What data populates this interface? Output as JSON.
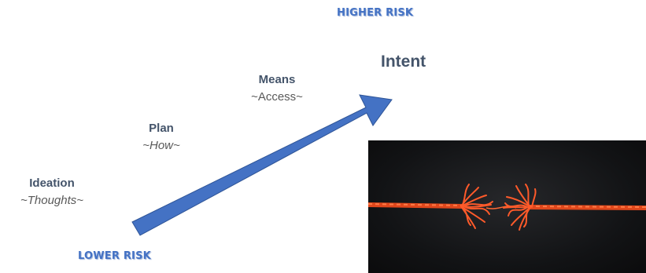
{
  "risk_scale": {
    "higher_label": "HIGHER RISK",
    "lower_label": "LOWER RISK"
  },
  "stages": [
    {
      "title": "Ideation",
      "subtitle": "~Thoughts~"
    },
    {
      "title": "Plan",
      "subtitle": "~How~"
    },
    {
      "title": "Means",
      "subtitle": "~Access~"
    },
    {
      "title": "Intent"
    }
  ],
  "colors": {
    "arrow_fill": "#4472c4",
    "arrow_stroke": "#2f5597",
    "risk_text": "#4472c4",
    "stage_title": "#44546a",
    "stage_subtitle": "#595959",
    "rope": "#ff5a2a",
    "photo_background": "#111214"
  },
  "image": {
    "subject": "frayed-rope",
    "icon": "frayed-rope-photo"
  }
}
